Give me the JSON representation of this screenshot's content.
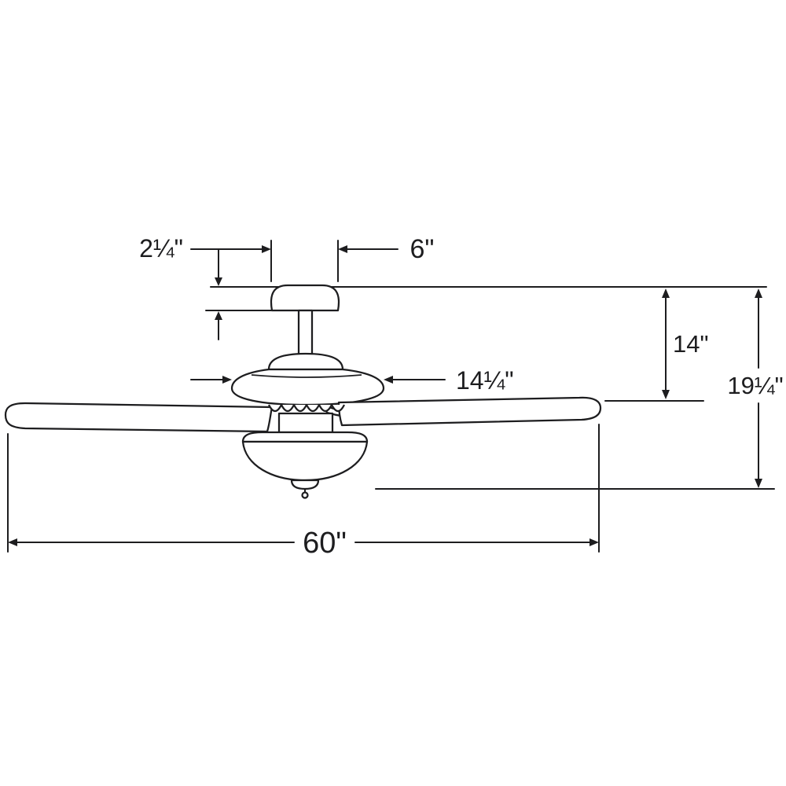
{
  "diagram": {
    "description": "Ceiling fan technical line drawing with dimension callouts",
    "dimensions": {
      "canopy_height": "2¼\"",
      "canopy_width": "6\"",
      "ceiling_to_blade": "14\"",
      "overall_height": "19¼\"",
      "motor_housing_width": "14¼\"",
      "blade_span": "60\""
    },
    "colors": {
      "line": "#1d1d1f",
      "background": "#ffffff"
    }
  }
}
